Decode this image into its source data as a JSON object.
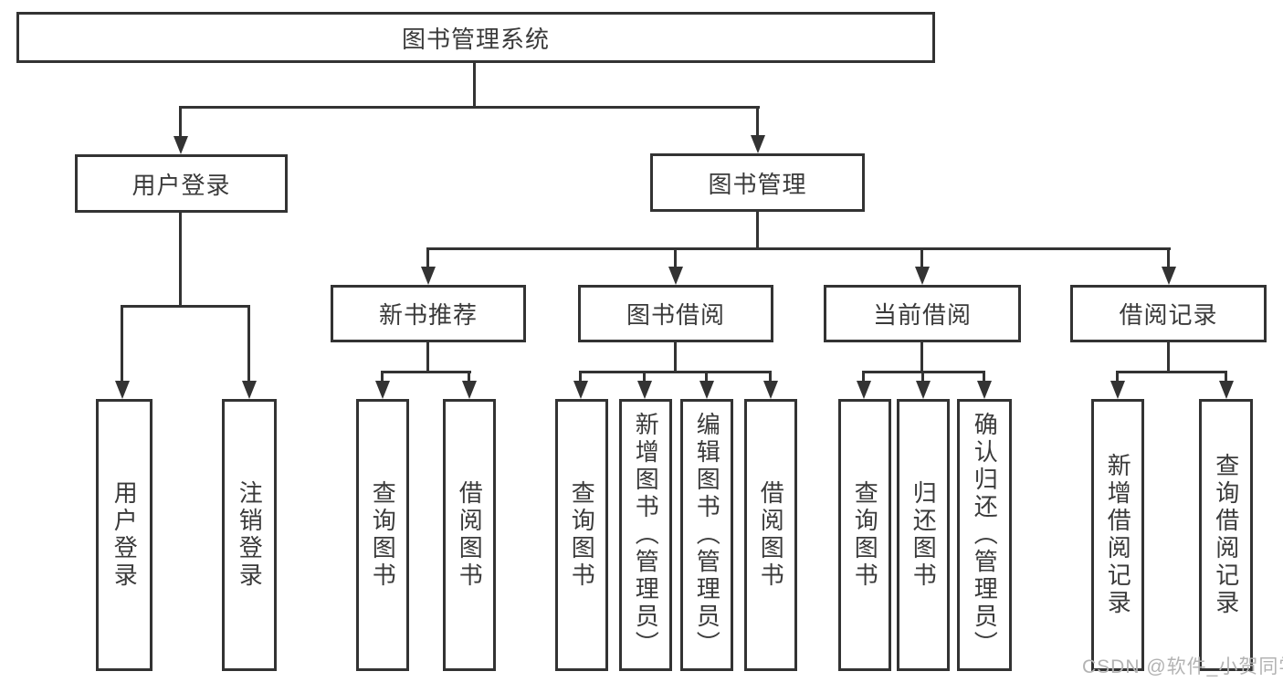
{
  "title": {
    "label": "图书管理系统"
  },
  "level2": {
    "user_login": {
      "label": "用户登录"
    },
    "book_mgmt": {
      "label": "图书管理"
    }
  },
  "level3": {
    "new_book_rec": {
      "label": "新书推荐"
    },
    "book_borrow": {
      "label": "图书借阅"
    },
    "current_borrow": {
      "label": "当前借阅"
    },
    "borrow_record": {
      "label": "借阅记录"
    }
  },
  "leaves": {
    "user_login": {
      "label": "用户登录"
    },
    "logout": {
      "label": "注销登录"
    },
    "rec_query_book": {
      "label": "查询图书"
    },
    "rec_borrow_book": {
      "label": "借阅图书"
    },
    "bb_query_book": {
      "label": "查询图书"
    },
    "bb_add_book": {
      "label": "新增图书（管理员）"
    },
    "bb_edit_book": {
      "label": "编辑图书（管理员）"
    },
    "bb_borrow_book": {
      "label": "借阅图书"
    },
    "cb_query_book": {
      "label": "查询图书"
    },
    "cb_return_book": {
      "label": "归还图书"
    },
    "cb_confirm_return": {
      "label": "确认归还（管理员）"
    },
    "br_add_record": {
      "label": "新增借阅记录"
    },
    "br_query_record": {
      "label": "查询借阅记录"
    }
  },
  "watermark": {
    "text": "CSDN @软件_小贺同学"
  },
  "colors": {
    "line": "#333333",
    "text": "#3a3a3a",
    "watermark": "#b3b3b3",
    "background": "#ffffff"
  }
}
